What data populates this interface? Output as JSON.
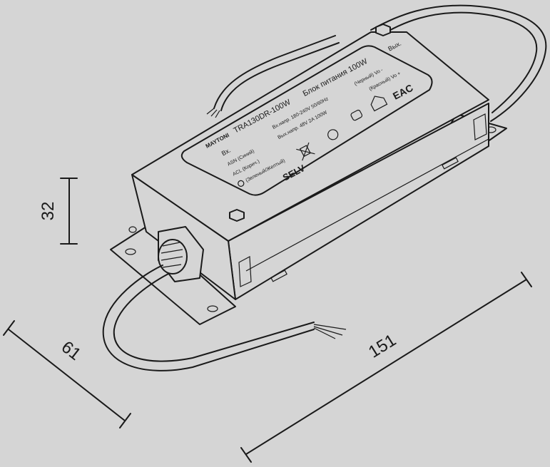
{
  "dimensions": {
    "height": "32",
    "width": "61",
    "length": "151"
  },
  "label": {
    "brand": "MAYTONI",
    "model": "TRA130DR-100W",
    "title": "Блок питания 100W",
    "input": "Вх.",
    "output": "Вых.",
    "asn": "ASN (Синий)",
    "acl": "ACL (Корич.)",
    "ground": "(Зеленый/Желтый)",
    "input_voltage": "Вх.напр. 180-240V 50/60Hz",
    "output_voltage": "Вых.напр. 48V 2A 100W",
    "vo_minus": "(Черный) Vo -",
    "vo_plus": "(Красный) Vo +",
    "selv": "SELV",
    "eac": "EAC"
  },
  "colors": {
    "background": "#d5d5d5",
    "line": "#1a1a1a"
  }
}
